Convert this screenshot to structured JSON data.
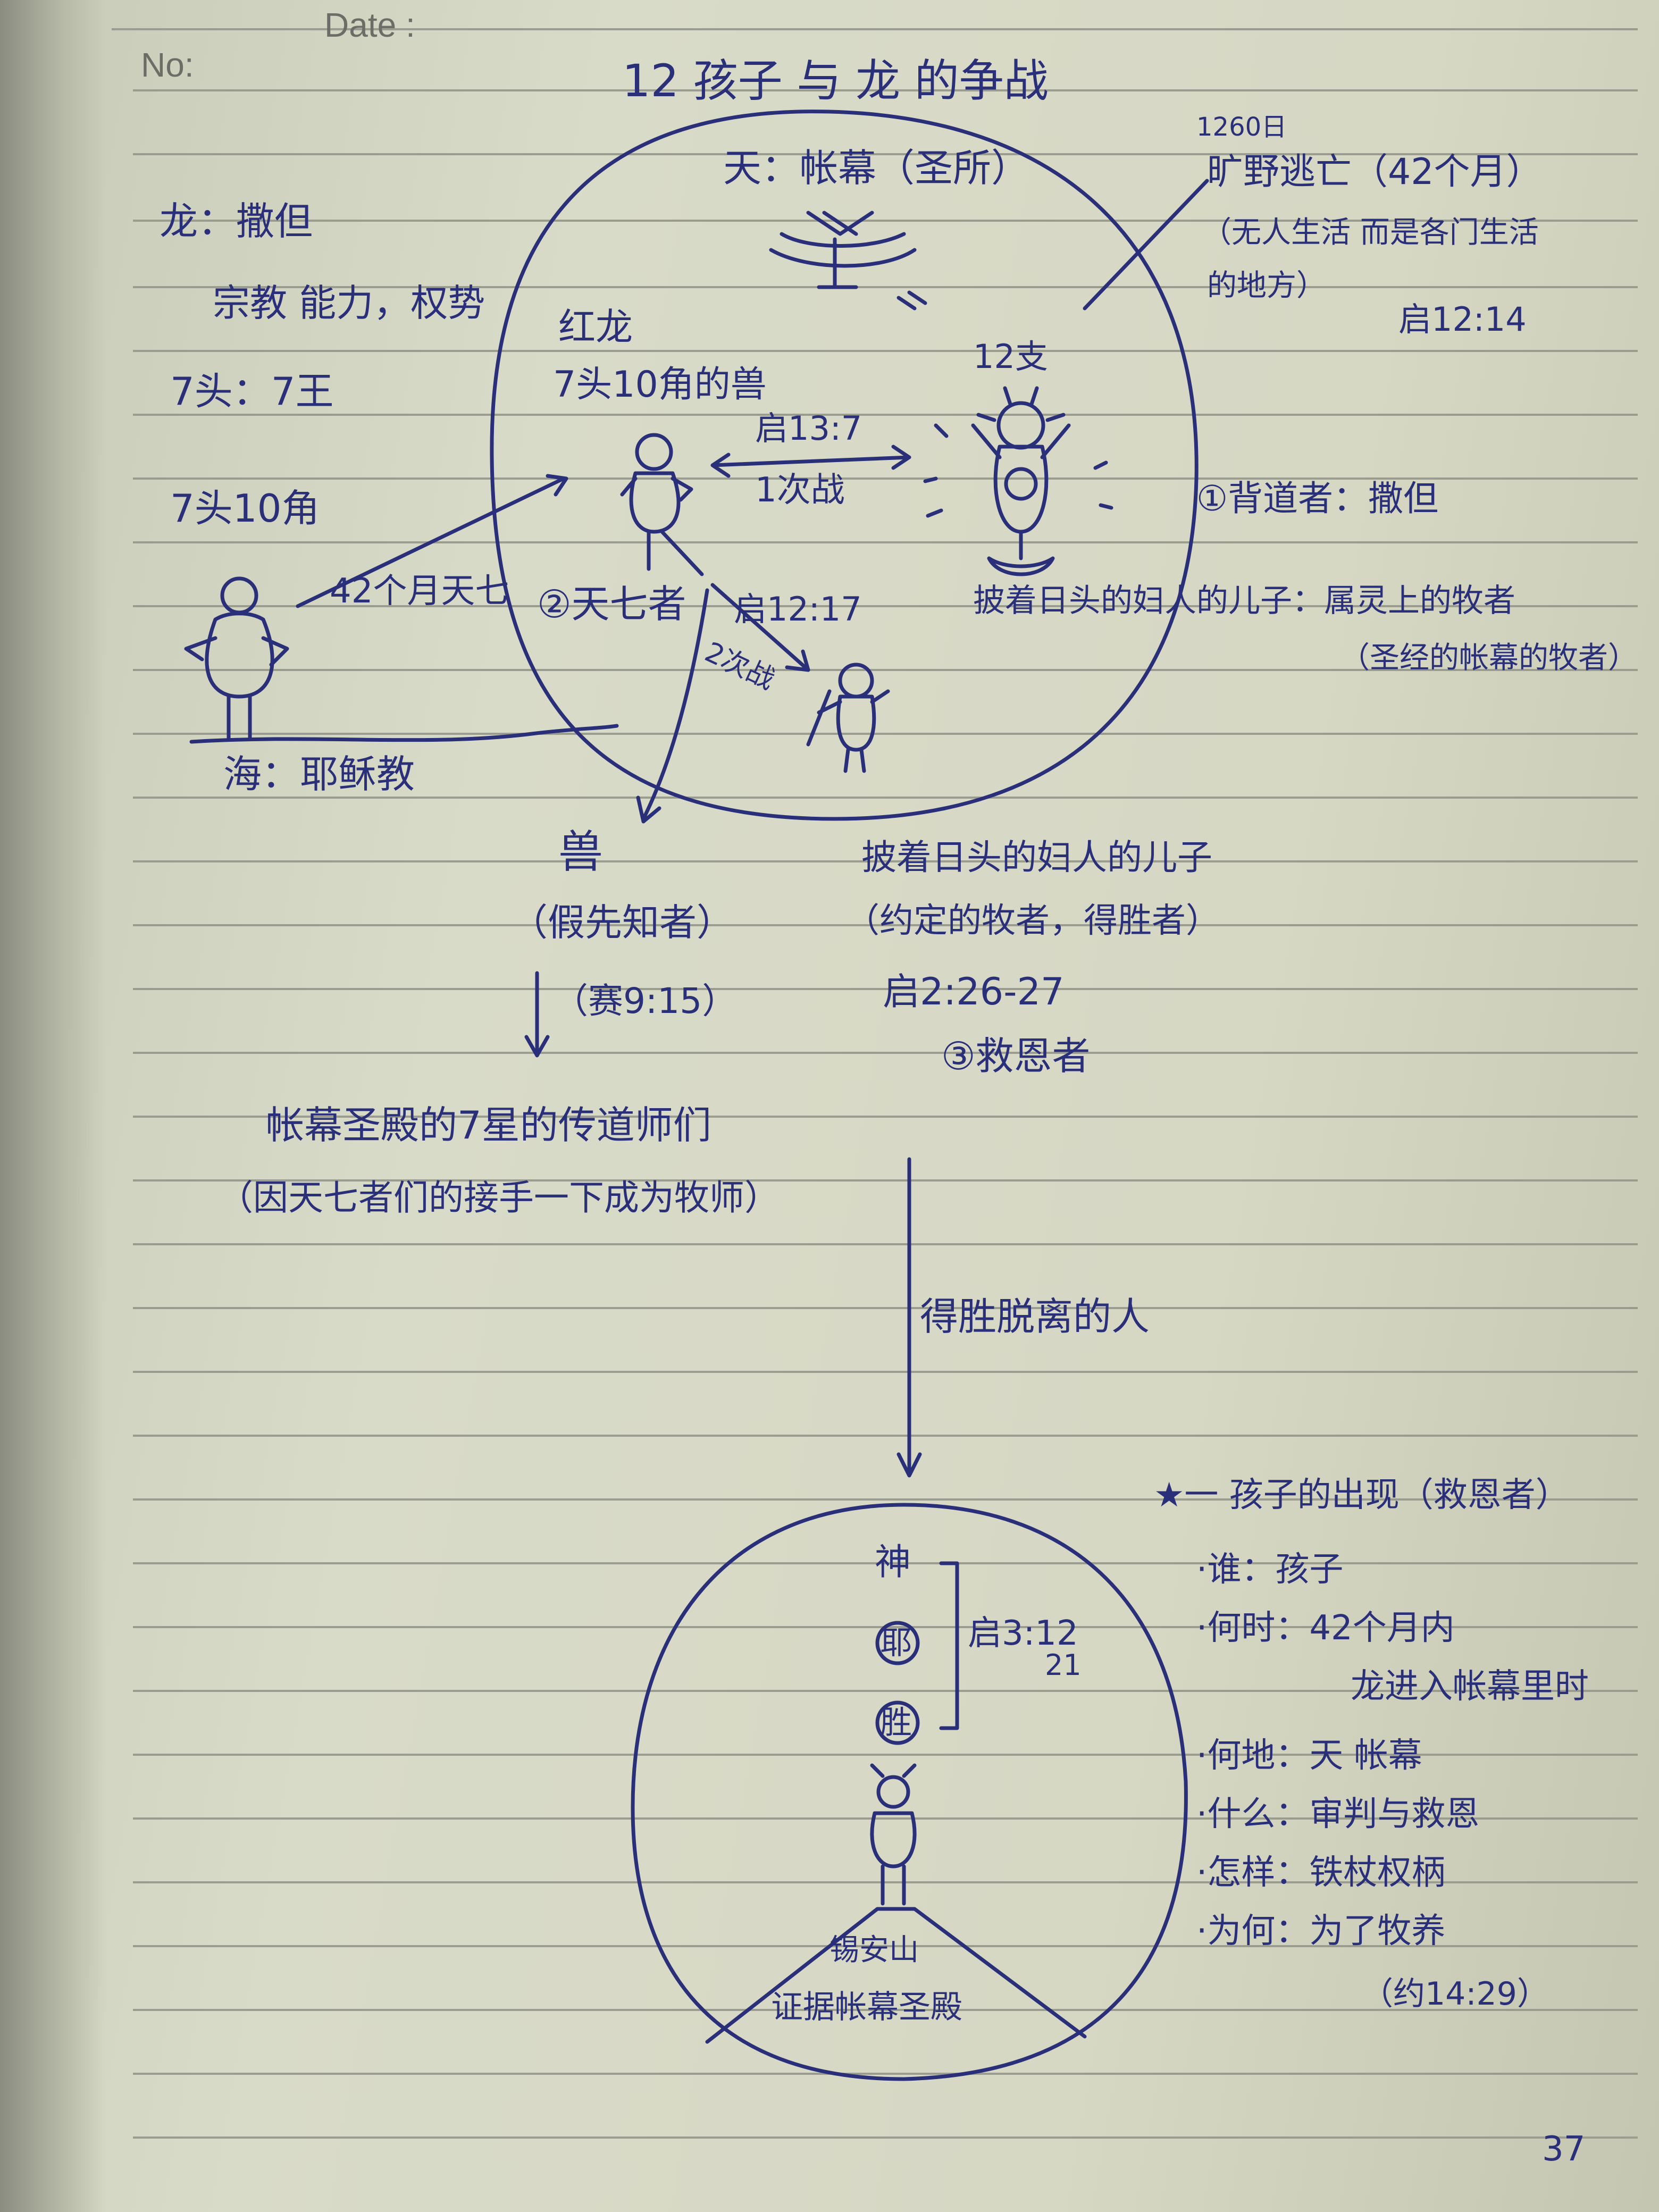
{
  "header": {
    "no_label": "No:",
    "date_label": "Date :"
  },
  "title": "12 孩子 与 龙 的争战",
  "heaven": {
    "label": "天：帐幕（圣所）"
  },
  "dragon_left": {
    "line1": "龙：撒但",
    "line2": "宗教 能力，权势",
    "line3": "7头：7王",
    "line4": "7头10角",
    "arrow_label": "42个月天七"
  },
  "red_dragon": {
    "line1": "红龙",
    "line2": "7头10角的兽"
  },
  "battle": {
    "ref": "启13:7",
    "label": "1次战"
  },
  "twelve": "12支",
  "right_note": {
    "days": "1260日",
    "l1": "旷野逃亡（42个月）",
    "l2": "（无人生活 而是各门生活",
    "l3": "的地方）",
    "l4": "启12:14"
  },
  "witness_note": "①背道者：撒但",
  "woman_caption": "披着日头的妇人的儿子：属灵上的牧者",
  "woman_caption2": "（圣经的帐幕的牧者）",
  "killer": {
    "label": "②天七者",
    "ref": "启12:17",
    "ref2": "2次战"
  },
  "sea": "海：耶稣教",
  "beast": {
    "title": "兽",
    "sub": "（假先知者）",
    "ref": "（赛9:15）"
  },
  "son": {
    "l1": "披着日头的妇人的儿子",
    "l2": "（约定的牧者，得胜者）",
    "l3": "启2:26-27",
    "l4": "③救恩者"
  },
  "preachers": {
    "l1": "帐幕圣殿的7星的传道师们",
    "l2": "（因天七者们的接手一下成为牧师）"
  },
  "overcomers": "得胜脱离的人",
  "names": [
    "神",
    "耶",
    "胜"
  ],
  "names_ref": "启3:12",
  "names_ref2": "21",
  "mountain": {
    "l1": "锡安山",
    "l2": "证据帐幕圣殿"
  },
  "summary": {
    "title": "★一 孩子的出现（救恩者）",
    "items": [
      "·谁：孩子",
      "·何时：42个月内",
      "龙进入帐幕里时",
      "·何地：天 帐幕",
      "·什么：审判与救恩",
      "·怎样：铁杖权柄",
      "·为何：为了牧养"
    ],
    "ref": "（约14:29）"
  },
  "page_number": "37"
}
